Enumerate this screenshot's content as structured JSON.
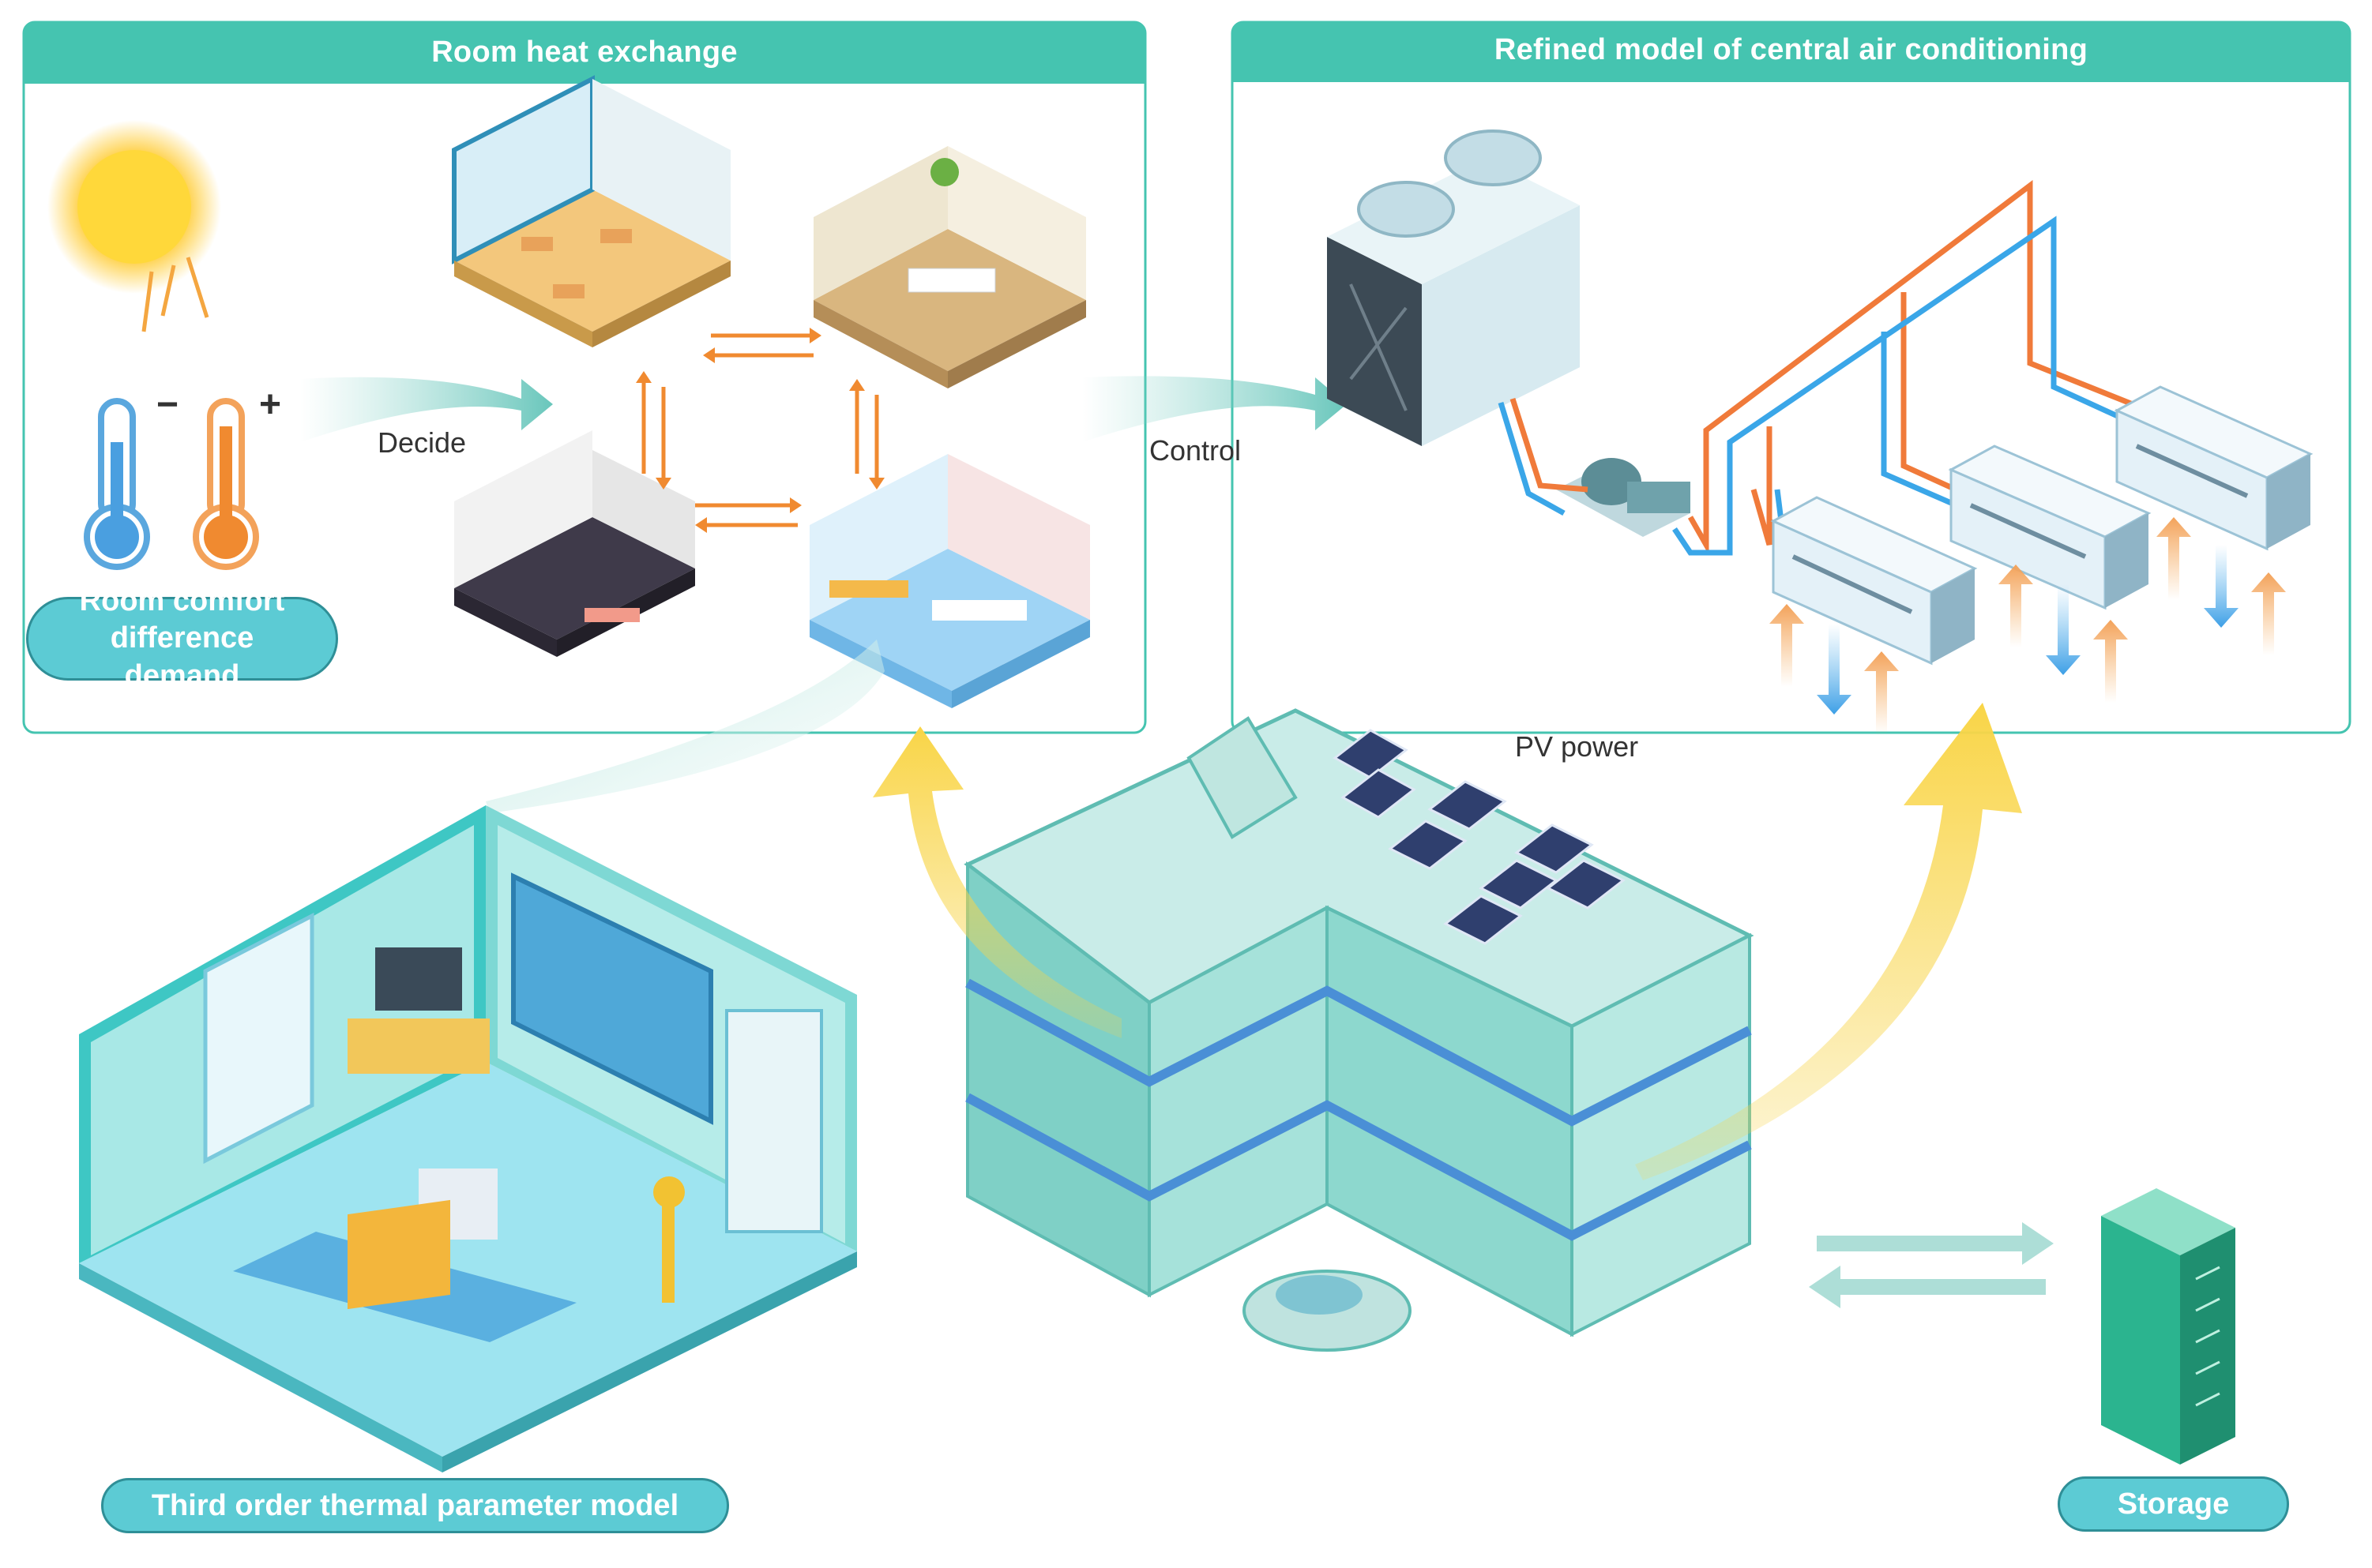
{
  "panels": {
    "room_heat_exchange": "Room heat exchange",
    "central_ac": "Refined model of central air conditioning"
  },
  "labels": {
    "decide": "Decide",
    "control": "Control",
    "pv_power": "PV power",
    "room_comfort": "Room comfort difference demand",
    "third_order": "Third order thermal parameter model",
    "storage": "Storage"
  },
  "thermometer_signs": {
    "minus": "−",
    "plus": "+"
  },
  "icons": [
    "sun-icon",
    "thermometer-cold-icon",
    "thermometer-hot-icon",
    "office-room-icon",
    "lounge-room-icon",
    "dark-room-icon",
    "blue-room-icon",
    "cooling-tower-icon",
    "pump-icon",
    "ac-indoor-unit-icon",
    "building-icon",
    "solar-panel-icon",
    "car-icon",
    "storage-rack-icon"
  ],
  "colors": {
    "teal_header": "#45c4b0",
    "pill_fill": "#5ccbd4",
    "pill_border": "#2f8f97",
    "hot_pipe": "#f07a3a",
    "cold_pipe": "#3aa6e8",
    "yellow_arrow": "#f7d44a",
    "building_glass": "#9fdcd6",
    "storage_green": "#2bb48f"
  }
}
